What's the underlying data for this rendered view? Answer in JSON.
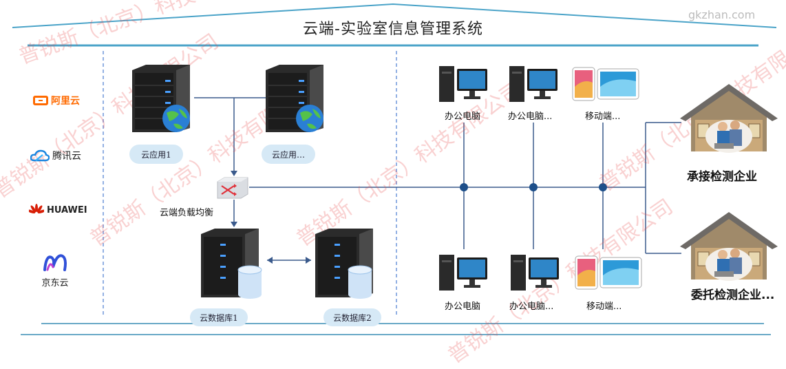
{
  "title": "云端-实验室信息管理系统",
  "vendors": {
    "aliyun": "阿里云",
    "tencent": "腾讯云",
    "huawei": "HUAWEI",
    "jd": "京东云"
  },
  "servers": {
    "app1": "云应用1",
    "app2": "云应用…",
    "db1": "云数据库1",
    "db2": "云数据库2"
  },
  "load_balancer": "云端负载均衡",
  "clients_top": [
    "办公电脑",
    "办公电脑...",
    "移动端..."
  ],
  "clients_bottom": [
    "办公电脑",
    "办公电脑...",
    "移动端..."
  ],
  "enterprises": {
    "top": "承接检测企业",
    "bottom": "委托检测企业..."
  },
  "watermark": "普锐斯（北京）科技有限公司",
  "corner_mark": "gkzhan.com",
  "colors": {
    "frame": "#4aa3c8",
    "line": "#3a5a8c",
    "node": "#1d4f8a",
    "dash": "#4a7bd0",
    "aliyun": "#ff6a00",
    "tencent": "#1a86e0",
    "huawei": "#d81e06",
    "jd": "#3050d8"
  }
}
